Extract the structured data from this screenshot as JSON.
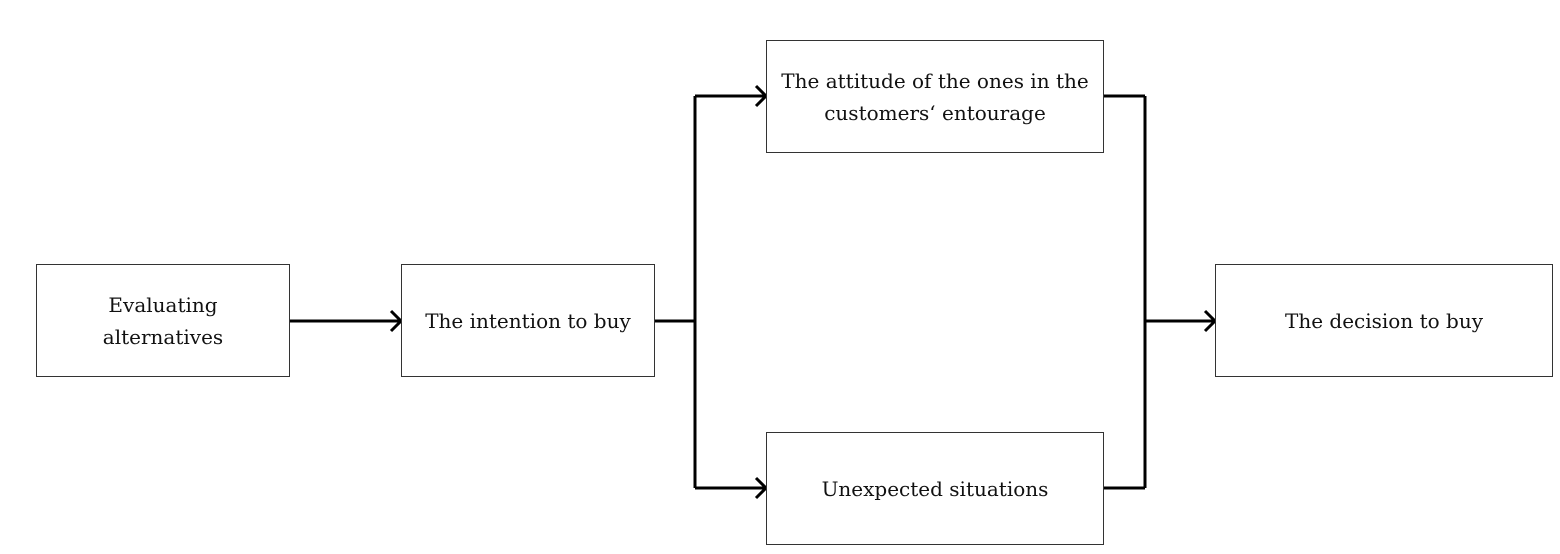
{
  "diagram": {
    "nodes": {
      "evaluating_alternatives": "Evaluating alternatives",
      "intention_to_buy": "The intention to buy",
      "attitude_of_entourage": "The attitude of the ones in the customers‘ entourage",
      "unexpected_situations": "Unexpected situations",
      "decision_to_buy": "The decision to buy"
    },
    "edges": [
      {
        "from": "evaluating_alternatives",
        "to": "intention_to_buy"
      },
      {
        "from": "intention_to_buy",
        "to": "attitude_of_entourage"
      },
      {
        "from": "intention_to_buy",
        "to": "unexpected_situations"
      },
      {
        "from": "attitude_of_entourage",
        "to": "decision_to_buy"
      },
      {
        "from": "unexpected_situations",
        "to": "decision_to_buy"
      }
    ],
    "colors": {
      "line": "#000000",
      "box_border": "#333333",
      "text": "#111111",
      "background": "#ffffff"
    }
  }
}
